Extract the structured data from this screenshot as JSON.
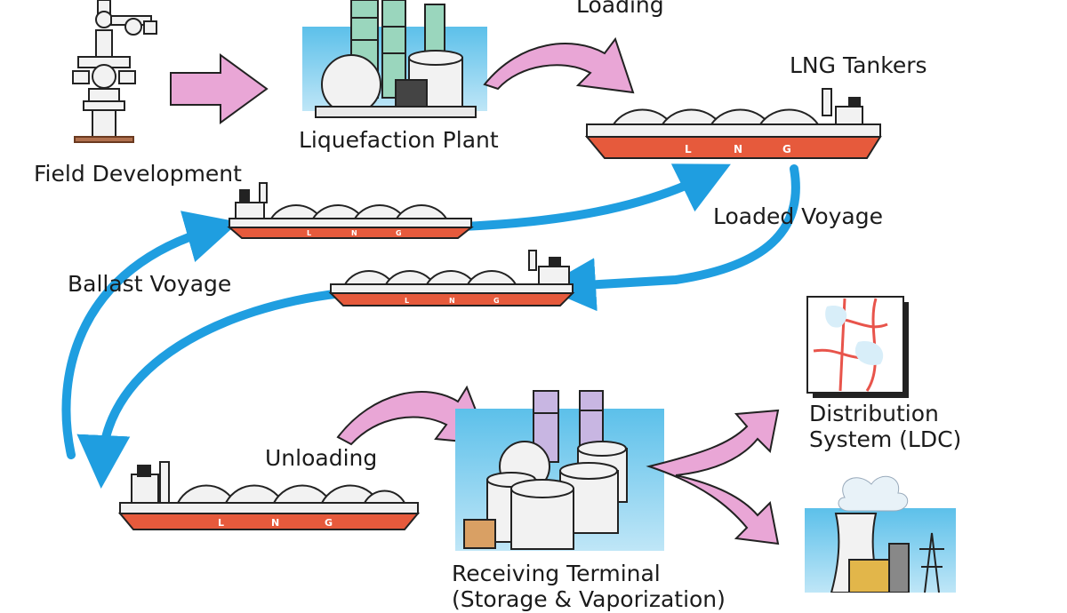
{
  "labels": {
    "field_development": "Field Development",
    "liquefaction_plant": "Liquefaction Plant",
    "loading": "Loading",
    "lng_tankers": "LNG Tankers",
    "loaded_voyage": "Loaded Voyage",
    "ballast_voyage": "Ballast Voyage",
    "unloading": "Unloading",
    "distribution_system_line1": "Distribution",
    "distribution_system_line2": "System (LDC)",
    "receiving_terminal_line1": "Receiving Terminal",
    "receiving_terminal_line2": "(Storage & Vaporization)"
  },
  "ship_hull_text": [
    "L",
    "N",
    "G"
  ],
  "colors": {
    "flow_arrow_pink": "#e9a6d6",
    "voyage_arrow_blue": "#1f9ee0",
    "hull_red": "#e65a3c",
    "backdrop_blue": "#5cc0ea",
    "tower_green": "#9ad6bd",
    "tower_lilac": "#c8b6e2",
    "map_line_red": "#e8544b"
  }
}
